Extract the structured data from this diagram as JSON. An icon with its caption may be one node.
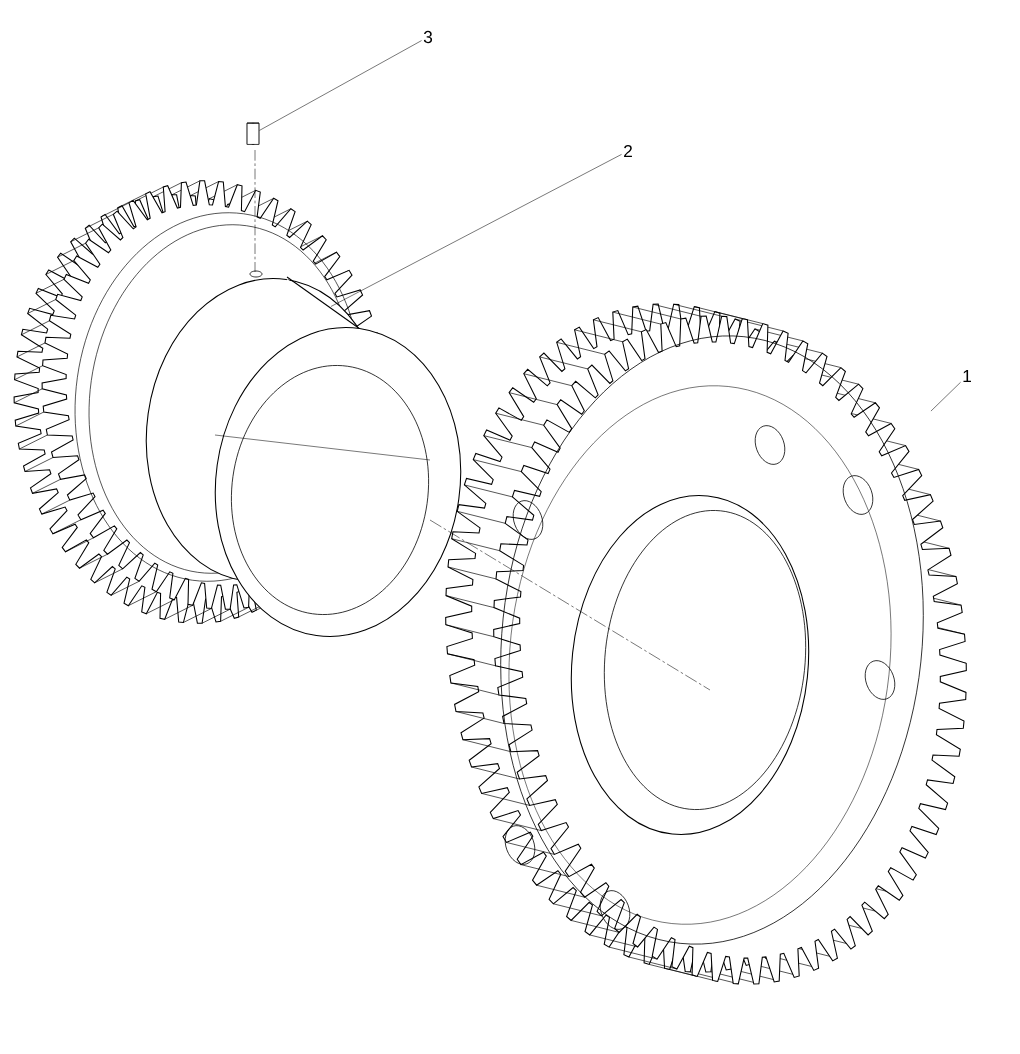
{
  "diagram": {
    "nodes": [
      {
        "text": [
          "3"
        ]
      },
      {
        "text": [],
        "shape": "cylinder"
      },
      {
        "text": [
          "2"
        ]
      },
      {
        "text": [],
        "shape": "picture"
      },
      {
        "text": [
          "1"
        ]
      },
      {
        "text": [],
        "shape": "picture"
      }
    ],
    "edges": [
      {
        "from": 0,
        "to": 1,
        "arrow": "none"
      },
      {
        "from": 2,
        "to": 3,
        "arrow": "none"
      },
      {
        "from": 4,
        "to": 5,
        "arrow": "none"
      }
    ]
  }
}
